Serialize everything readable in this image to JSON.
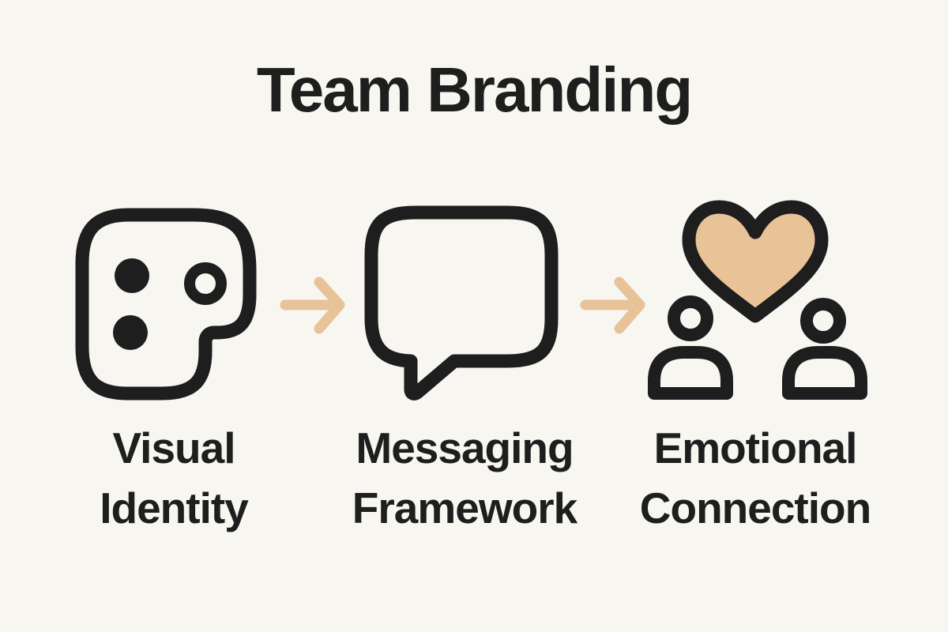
{
  "title": "Team Branding",
  "colors": {
    "background": "#f8f6f0",
    "ink": "#1e1e1e",
    "accent": "#e8c398"
  },
  "steps": [
    {
      "label": "Visual Identity",
      "icon": "palette-icon"
    },
    {
      "label": "Messaging Framework",
      "icon": "speech-bubble-icon"
    },
    {
      "label": "Emotional Connection",
      "icon": "heart-people-icon"
    }
  ],
  "arrows": [
    {
      "icon": "arrow-right-icon"
    },
    {
      "icon": "arrow-right-icon"
    }
  ]
}
